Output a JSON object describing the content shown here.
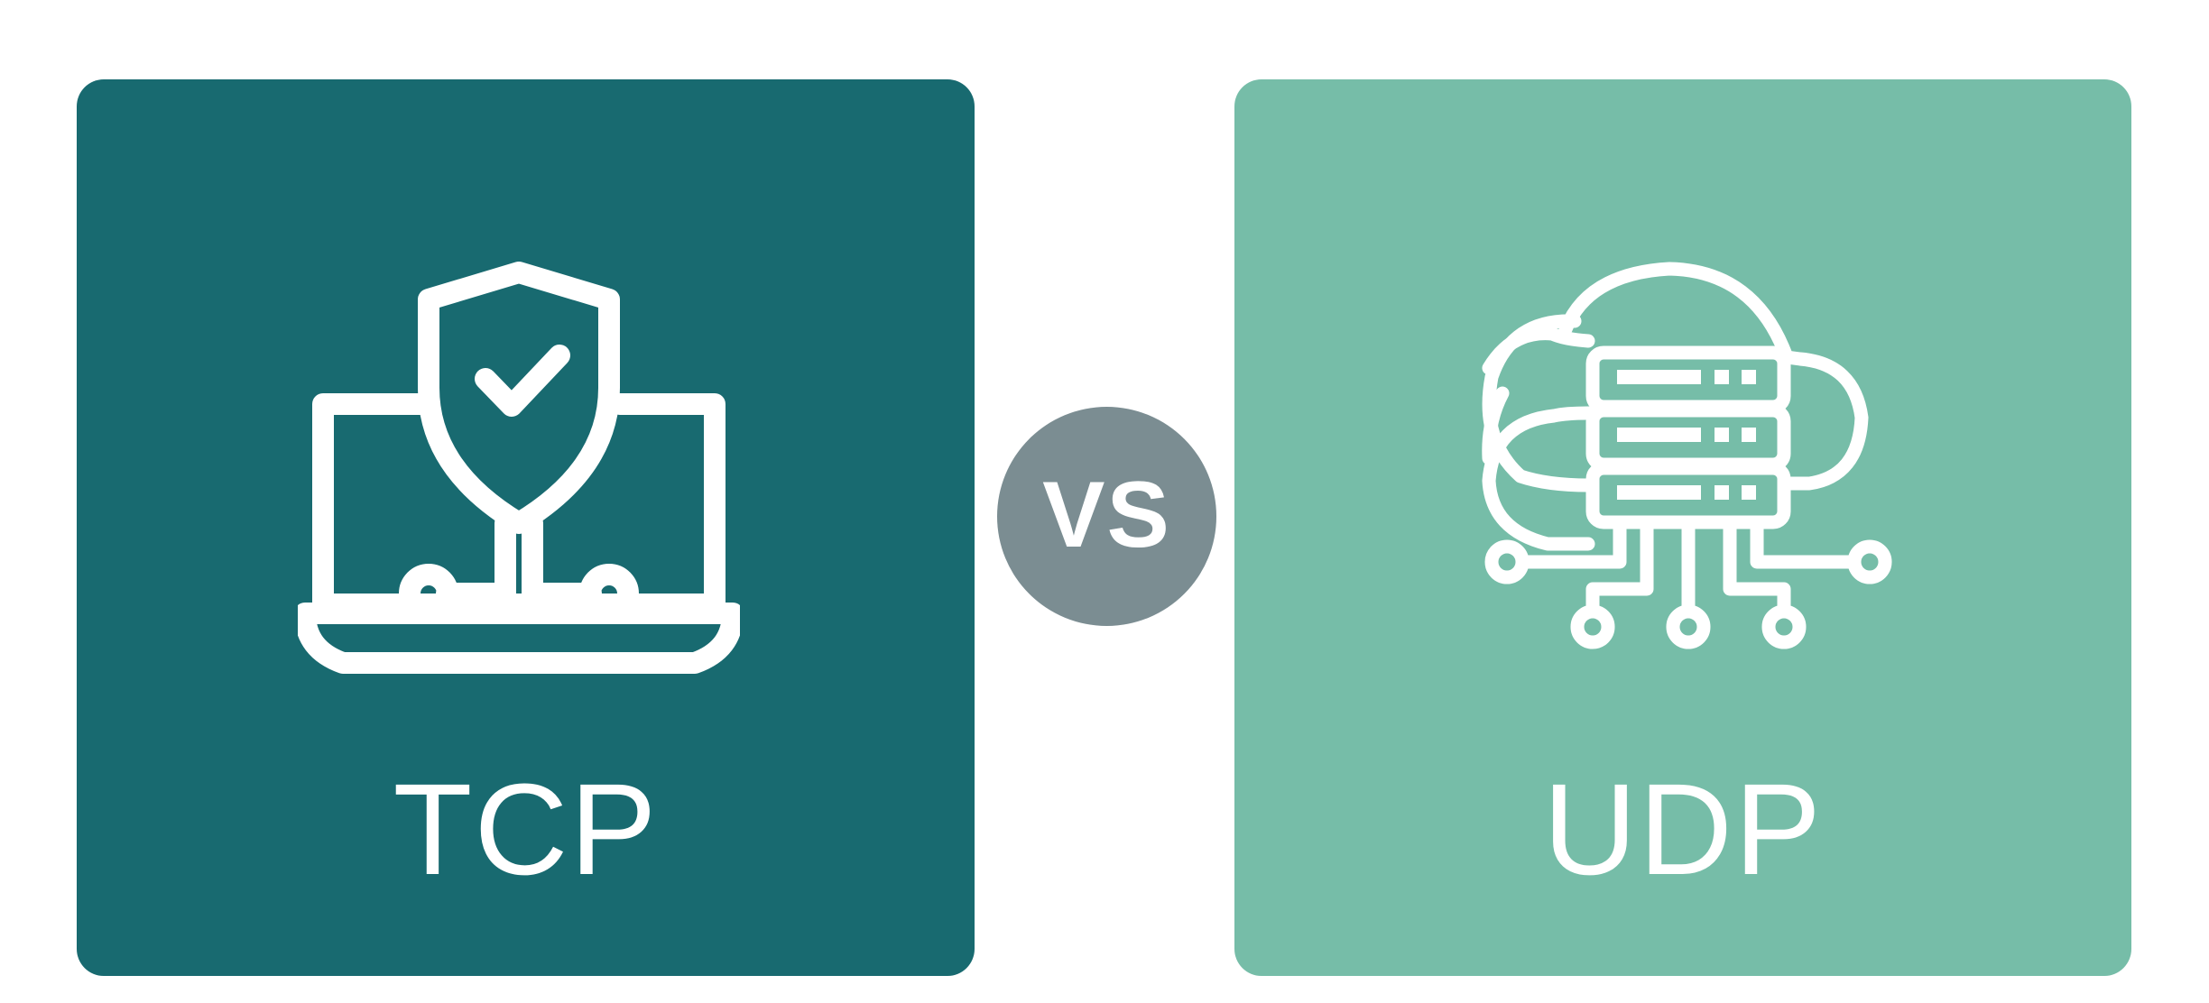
{
  "comparison": {
    "left": {
      "label": "TCP",
      "icon": "laptop-shield-network-icon",
      "color": "#186a70"
    },
    "right": {
      "label": "UDP",
      "icon": "cloud-server-network-icon",
      "color": "#76bda8"
    },
    "divider": {
      "label": "VS",
      "color": "#7b8d92"
    }
  },
  "colors": {
    "background": "#ffffff",
    "foreground": "#ffffff"
  }
}
